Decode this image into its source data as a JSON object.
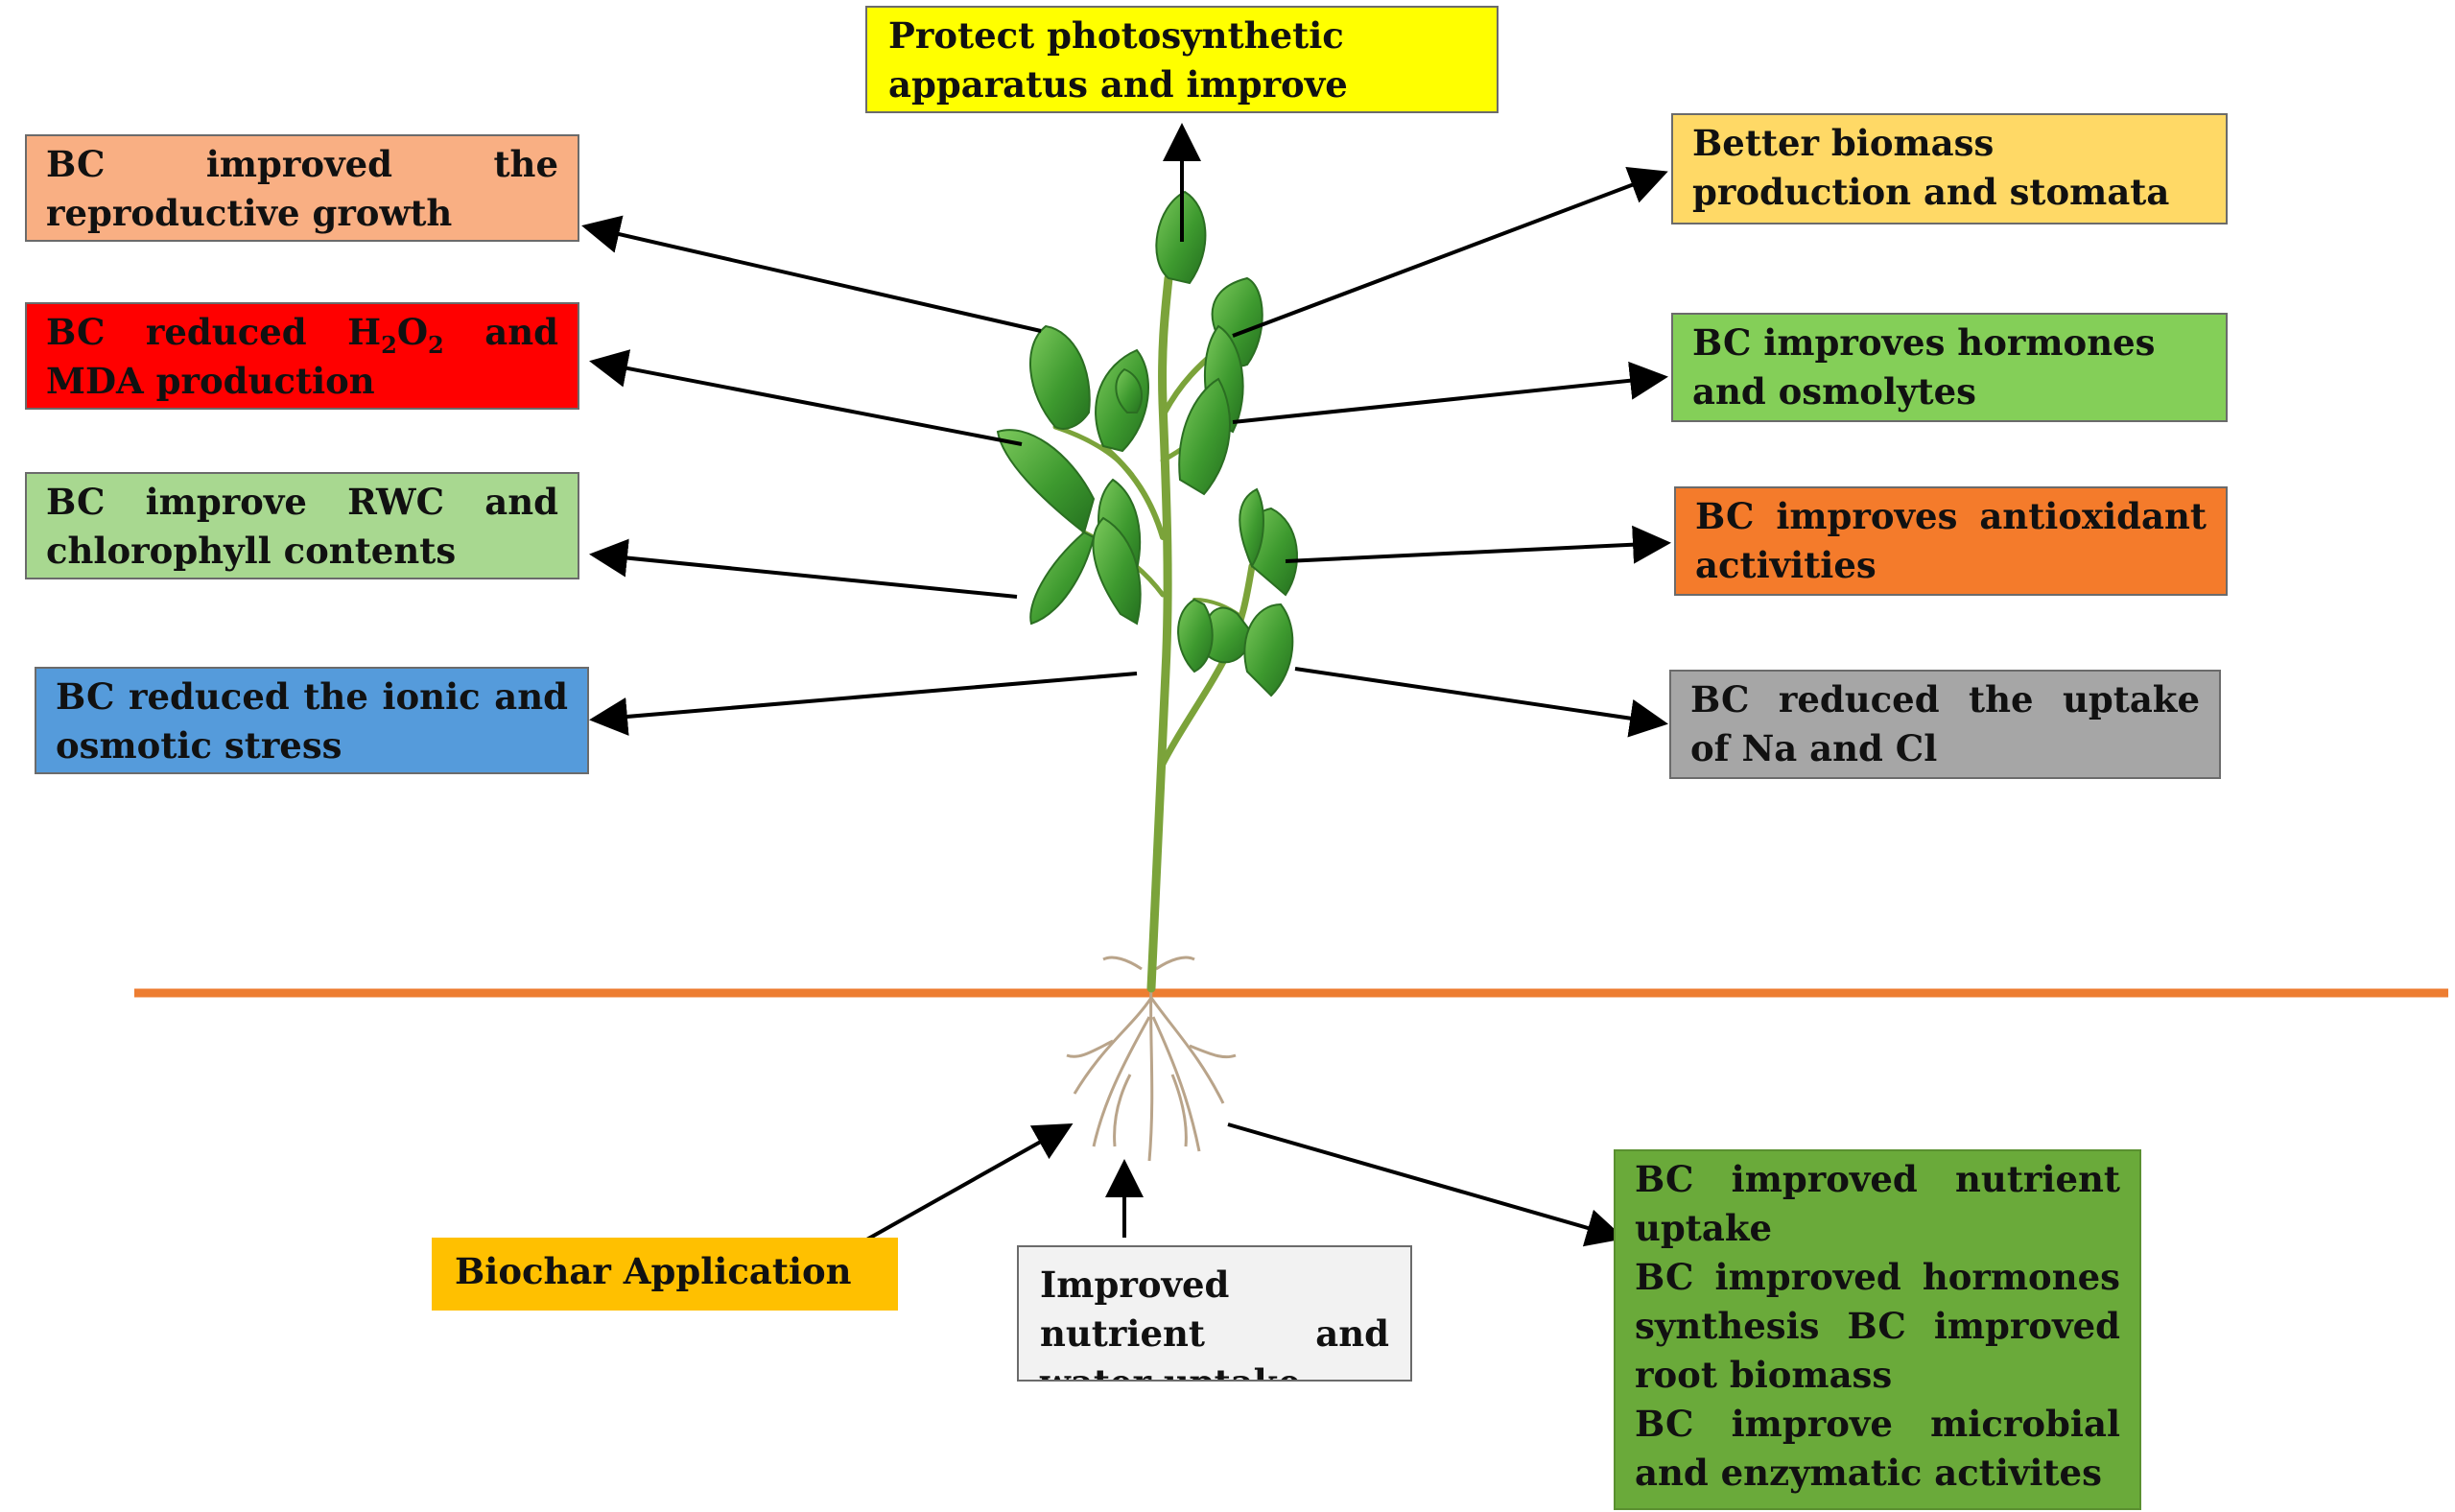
{
  "boxes": {
    "photosynthesis": {
      "text": "Protect photosynthetic apparatus and improve photosynthesis",
      "color": "#FFFF00"
    },
    "reproductive": {
      "text": "BC improved the reproductive growth",
      "color": "#F9AF83"
    },
    "h2o2": {
      "prefix": "BC reduced H",
      "sub1": "2",
      "mid": "O",
      "sub2": "2",
      "suffix": " and MDA production",
      "color": "#FF0000"
    },
    "rwc": {
      "text": "BC improve RWC and chlorophyll contents",
      "color": "#A8D890"
    },
    "ionic": {
      "text": "BC reduced the ionic and osmotic stress",
      "color": "#559BDB"
    },
    "biomass": {
      "text": "Better biomass production and stomata movements",
      "color": "#FFD966"
    },
    "hormones": {
      "text": "BC improves hormones and osmolytes accumulation",
      "color": "#84CF58"
    },
    "antioxidant": {
      "text": "BC improves antioxidant activities",
      "color": "#F47B2B"
    },
    "nacl": {
      "text": "BC reduced the uptake of Na and Cl",
      "color": "#A6A6A6"
    },
    "biochar": {
      "text": "Biochar Application",
      "color": "#FFC000"
    },
    "nutrient_water": {
      "text": "Improved nutrient and water uptake",
      "color": "#F2F2F2"
    },
    "root": {
      "lines": [
        "BC improved nutrient uptake",
        "BC improved hormones synthesis BC improved root biomass",
        "BC improve microbial and enzymatic activites"
      ],
      "color": "#6AAA3A"
    }
  },
  "colors": {
    "ground_line": "#ED7D31",
    "arrow": "#000000",
    "leaf": "#3E9A2F",
    "stem": "#7BA33A"
  },
  "icons": [
    "plant-illustration",
    "root-system"
  ]
}
